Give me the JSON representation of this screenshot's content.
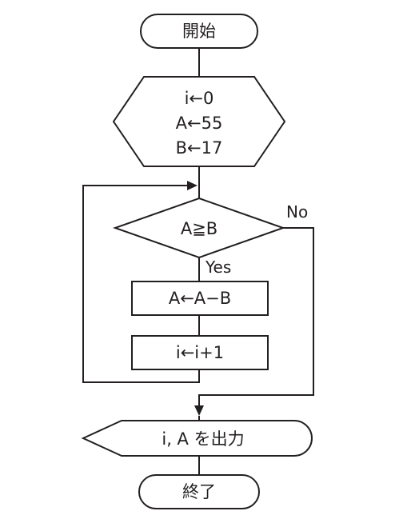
{
  "diagram": {
    "start": {
      "label": "開始"
    },
    "init": {
      "lines": [
        "i←0",
        "A←55",
        "B←17"
      ]
    },
    "decision": {
      "label": "A≧B",
      "yes_label": "Yes",
      "no_label": "No"
    },
    "process1": {
      "label": "A←A−B"
    },
    "process2": {
      "label": "i←i+1"
    },
    "output": {
      "label": "i, A を出力"
    },
    "end": {
      "label": "終了"
    }
  }
}
